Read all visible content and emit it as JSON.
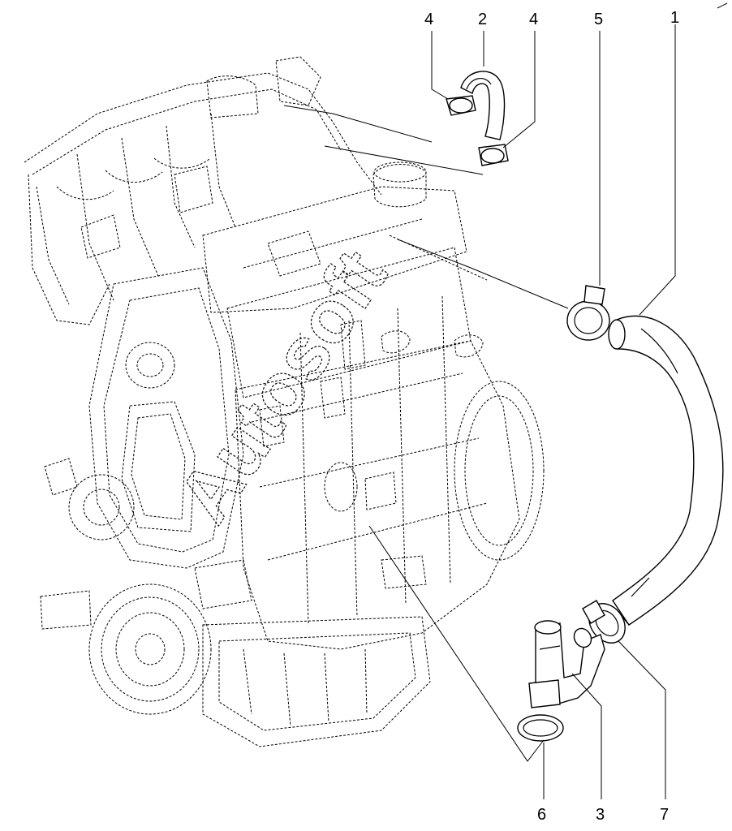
{
  "watermark": "Autosoft",
  "callouts": {
    "c1": "1",
    "c2": "2",
    "c3": "3",
    "c4a": "4",
    "c4b": "4",
    "c5": "5",
    "c6": "6",
    "c7": "7"
  }
}
